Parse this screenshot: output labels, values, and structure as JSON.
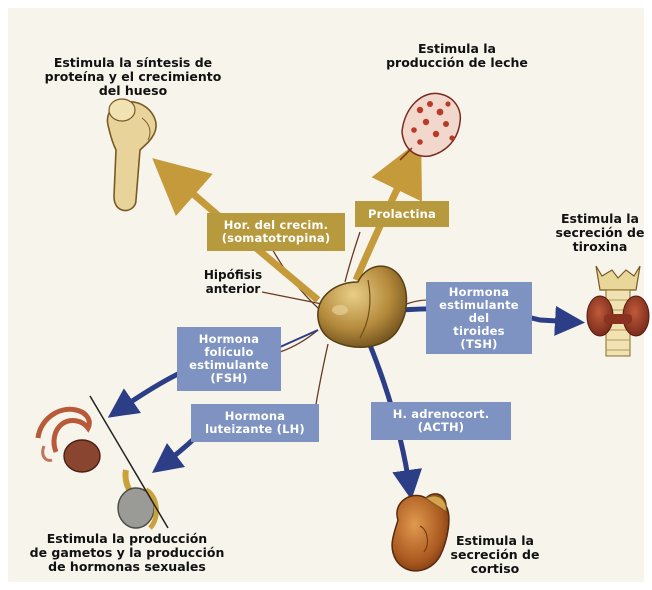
{
  "gland": {
    "label": "Hipófisis\nanterior"
  },
  "targets": {
    "bone": "Estimula la síntesis de\nproteína y el crecimiento\ndel hueso",
    "breast": "Estimula la\nproducción de leche",
    "thyroid": "Estimula la\nsecreción de\ntiroxina",
    "gonads": "Estimula la producción\nde gametos y la producción\nde hormonas sexuales",
    "adrenal": "Estimula la\nsecreción de\ncortiso"
  },
  "hormones": {
    "gh": "Hor. del crecim.\n(somatotropina)",
    "prl": "Prolactina",
    "tsh": "Hormona\nestimulante\ndel\ntiroides\n(TSH)",
    "fsh": "Hormona\nfolículo\nestimulante\n(FSH)",
    "lh": "Hormona\nluteizante (LH)",
    "acth": "H. adrenocort.\n(ACTH)"
  },
  "colors": {
    "gold": "#b89a3e",
    "blue": "#7e93c1",
    "arrow_gold": "#c49a3a",
    "arrow_blue": "#2c3f86"
  }
}
